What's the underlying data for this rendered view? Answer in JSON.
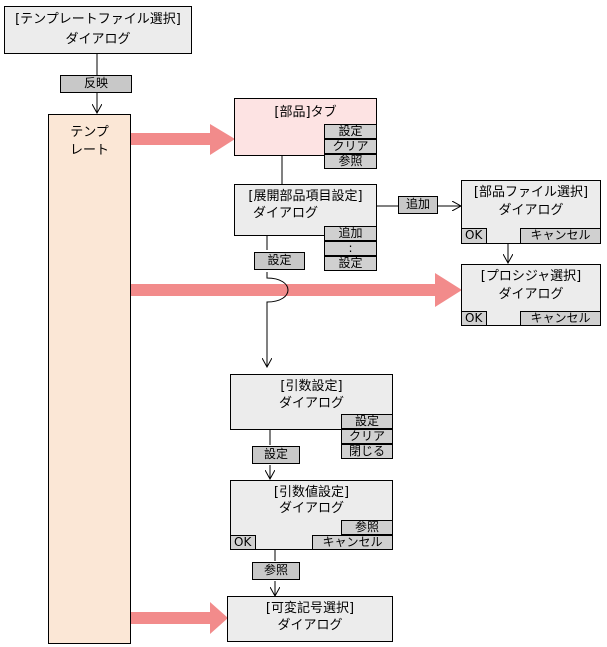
{
  "template_file_dialog": {
    "line1": "[テンプレートファイル選択]",
    "line2": "ダイアログ"
  },
  "reflect_label": "反映",
  "template_panel": {
    "line1": "テンプ",
    "line2": "レート"
  },
  "parts_tab": {
    "title": "[部品]タブ",
    "buttons": [
      "設定",
      "クリア",
      "参照"
    ]
  },
  "expand_dialog": {
    "line1": "[展開部品項目設定]",
    "line2": "ダイアログ",
    "buttons": [
      "追加",
      ":",
      "設定"
    ]
  },
  "add_label": "追加",
  "parts_file_dialog": {
    "line1": "[部品ファイル選択]",
    "line2": "ダイアログ",
    "ok": "OK",
    "cancel": "キャンセル"
  },
  "set_label_1": "設定",
  "procedure_dialog": {
    "line1": "[プロシジャ選択]",
    "line2": "ダイアログ",
    "ok": "OK",
    "cancel": "キャンセル"
  },
  "arg_dialog": {
    "line1": "[引数設定]",
    "line2": "ダイアログ",
    "buttons": [
      "設定",
      "クリア",
      "閉じる"
    ]
  },
  "set_label_2": "設定",
  "argval_dialog": {
    "line1": "[引数値設定]",
    "line2": "ダイアログ",
    "ref": "参照",
    "ok": "OK",
    "cancel": "キャンセル"
  },
  "ref_label": "参照",
  "variable_dialog": {
    "line1": "[可変記号選択]",
    "line2": "ダイアログ"
  },
  "colors": {
    "arrow": "#f28b8b",
    "box_gray": "#ececec",
    "tab_pink": "#fde3e3",
    "panel_tan": "#fbe7d6"
  }
}
